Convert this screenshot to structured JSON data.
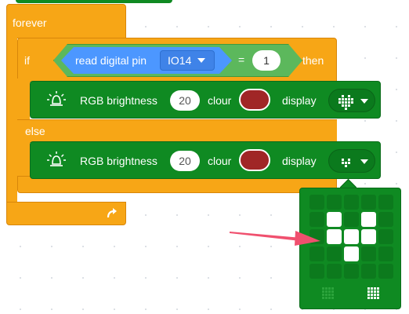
{
  "forever": {
    "label": "forever"
  },
  "if_block": {
    "if_label": "if",
    "then_label": "then",
    "else_label": "else"
  },
  "condition": {
    "read_label": "read digital pin",
    "pin_value": "IO14",
    "operator": "=",
    "compare_value": "1"
  },
  "rgb_blocks": [
    {
      "label": "RGB brightness",
      "brightness": "20",
      "colour_label": "clour",
      "colour": "#a02626",
      "display_label": "display",
      "matrix": [
        0,
        1,
        0,
        1,
        0,
        1,
        1,
        1,
        1,
        1,
        1,
        1,
        1,
        1,
        1,
        0,
        1,
        1,
        1,
        0,
        0,
        0,
        1,
        0,
        0
      ]
    },
    {
      "label": "RGB brightness",
      "brightness": "20",
      "colour_label": "clour",
      "colour": "#a02626",
      "display_label": "display",
      "matrix": [
        0,
        0,
        0,
        0,
        0,
        0,
        1,
        0,
        1,
        0,
        0,
        1,
        1,
        1,
        0,
        0,
        0,
        1,
        0,
        0,
        0,
        0,
        0,
        0,
        0
      ]
    }
  ],
  "matrix_editor": {
    "leds": [
      0,
      0,
      0,
      0,
      0,
      0,
      1,
      0,
      1,
      0,
      0,
      1,
      1,
      1,
      0,
      0,
      0,
      1,
      0,
      0,
      0,
      0,
      0,
      0,
      0
    ],
    "clear_icon": "clear-all-grid-icon",
    "fill_icon": "fill-all-grid-icon"
  },
  "colors": {
    "control_orange": "#f7a616",
    "extension_green": "#0f8a22",
    "operator_green": "#5cb85c",
    "sensing_blue": "#4c97ff",
    "annotation_pink": "#f0506e"
  }
}
